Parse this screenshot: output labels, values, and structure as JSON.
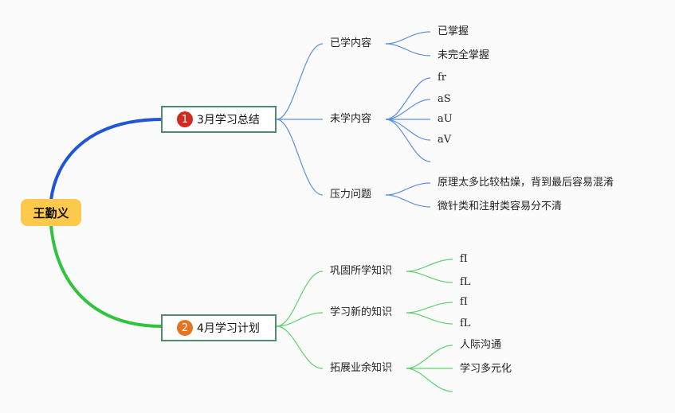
{
  "root": {
    "label": "王勤义"
  },
  "branches": [
    {
      "badge": "1",
      "label": "3月学习总结",
      "children": [
        {
          "label": "已学内容",
          "leaves": [
            "已掌握",
            "未完全掌握"
          ]
        },
        {
          "label": "未学内容",
          "leaves": [
            "fr",
            "aS",
            "aU",
            "aV"
          ]
        },
        {
          "label": "压力问题",
          "leaves": [
            "原理太多比较枯燥，背到最后容易混淆",
            "微针类和注射类容易分不清"
          ]
        }
      ]
    },
    {
      "badge": "2",
      "label": "4月学习计划",
      "children": [
        {
          "label": "巩固所学知识",
          "leaves": [
            "fI",
            "fL"
          ]
        },
        {
          "label": "学习新的知识",
          "leaves": [
            "fI",
            "fL"
          ]
        },
        {
          "label": "拓展业余知识",
          "leaves": [
            "人际沟通",
            "学习多元化"
          ]
        }
      ]
    }
  ],
  "colors": {
    "root_fill": "#ffc94d",
    "branch1_line": "#1f56d6",
    "branch2_line": "#2fc33e",
    "sub1_line": "#5b8fe0",
    "sub2_line": "#5fd16e",
    "badge1": "#d32a1e",
    "badge2": "#e8731f",
    "box_border": "#4f8a6f"
  }
}
